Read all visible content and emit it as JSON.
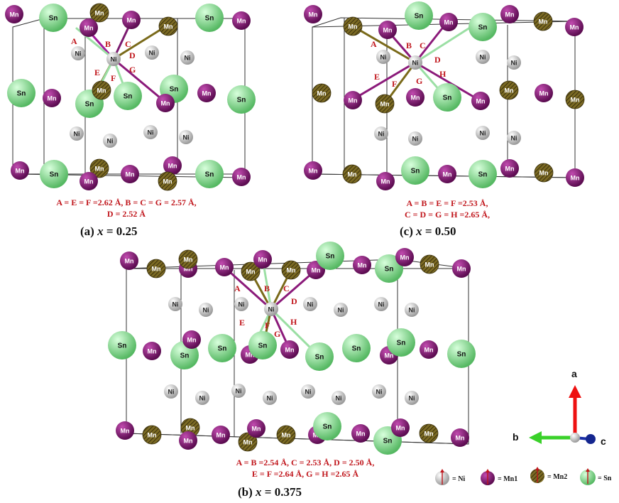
{
  "panels": [
    {
      "id": "a",
      "title_prefix": "(a) ",
      "title_var": "x",
      "title_suffix": " = 0.25",
      "caption_line1": "A = E = F =2.62 Å, B = C = G = 2.57 Å,",
      "caption_line2": "D = 2.52 Å"
    },
    {
      "id": "c",
      "title_prefix": "(c) ",
      "title_var": "x",
      "title_suffix": " = 0.50",
      "caption_line1": "A = B = E = F =2.53 Å,",
      "caption_line2": "C = D = G = H =2.65 Å,"
    },
    {
      "id": "b",
      "title_prefix": "(b) ",
      "title_var": "x",
      "title_suffix": " = 0.375",
      "caption_line1": "A = B =2.54 Å,  C = 2.53 Å, D = 2.50 Å,",
      "caption_line2": "E = F =2.64 Å, G = H =2.65 Å"
    }
  ],
  "atoms": {
    "ni": {
      "symbol": "Ni",
      "color": "#cfcfcf"
    },
    "mn1": {
      "symbol": "Mn",
      "color": "#8b1a7a"
    },
    "mn2": {
      "symbol": "Mn",
      "color": "#6b5a1e"
    },
    "sn": {
      "symbol": "Sn",
      "color": "#8fe39a"
    }
  },
  "bond_labels": [
    "A",
    "B",
    "C",
    "D",
    "E",
    "F",
    "G",
    "H"
  ],
  "axes": {
    "a": "a",
    "b": "b",
    "c": "c"
  },
  "legend": [
    {
      "key": "ni",
      "text": "= Ni"
    },
    {
      "key": "mn1",
      "text": "= Mn1"
    },
    {
      "key": "mn2",
      "text": "= Mn2"
    },
    {
      "key": "sn",
      "text": "= Sn"
    }
  ]
}
